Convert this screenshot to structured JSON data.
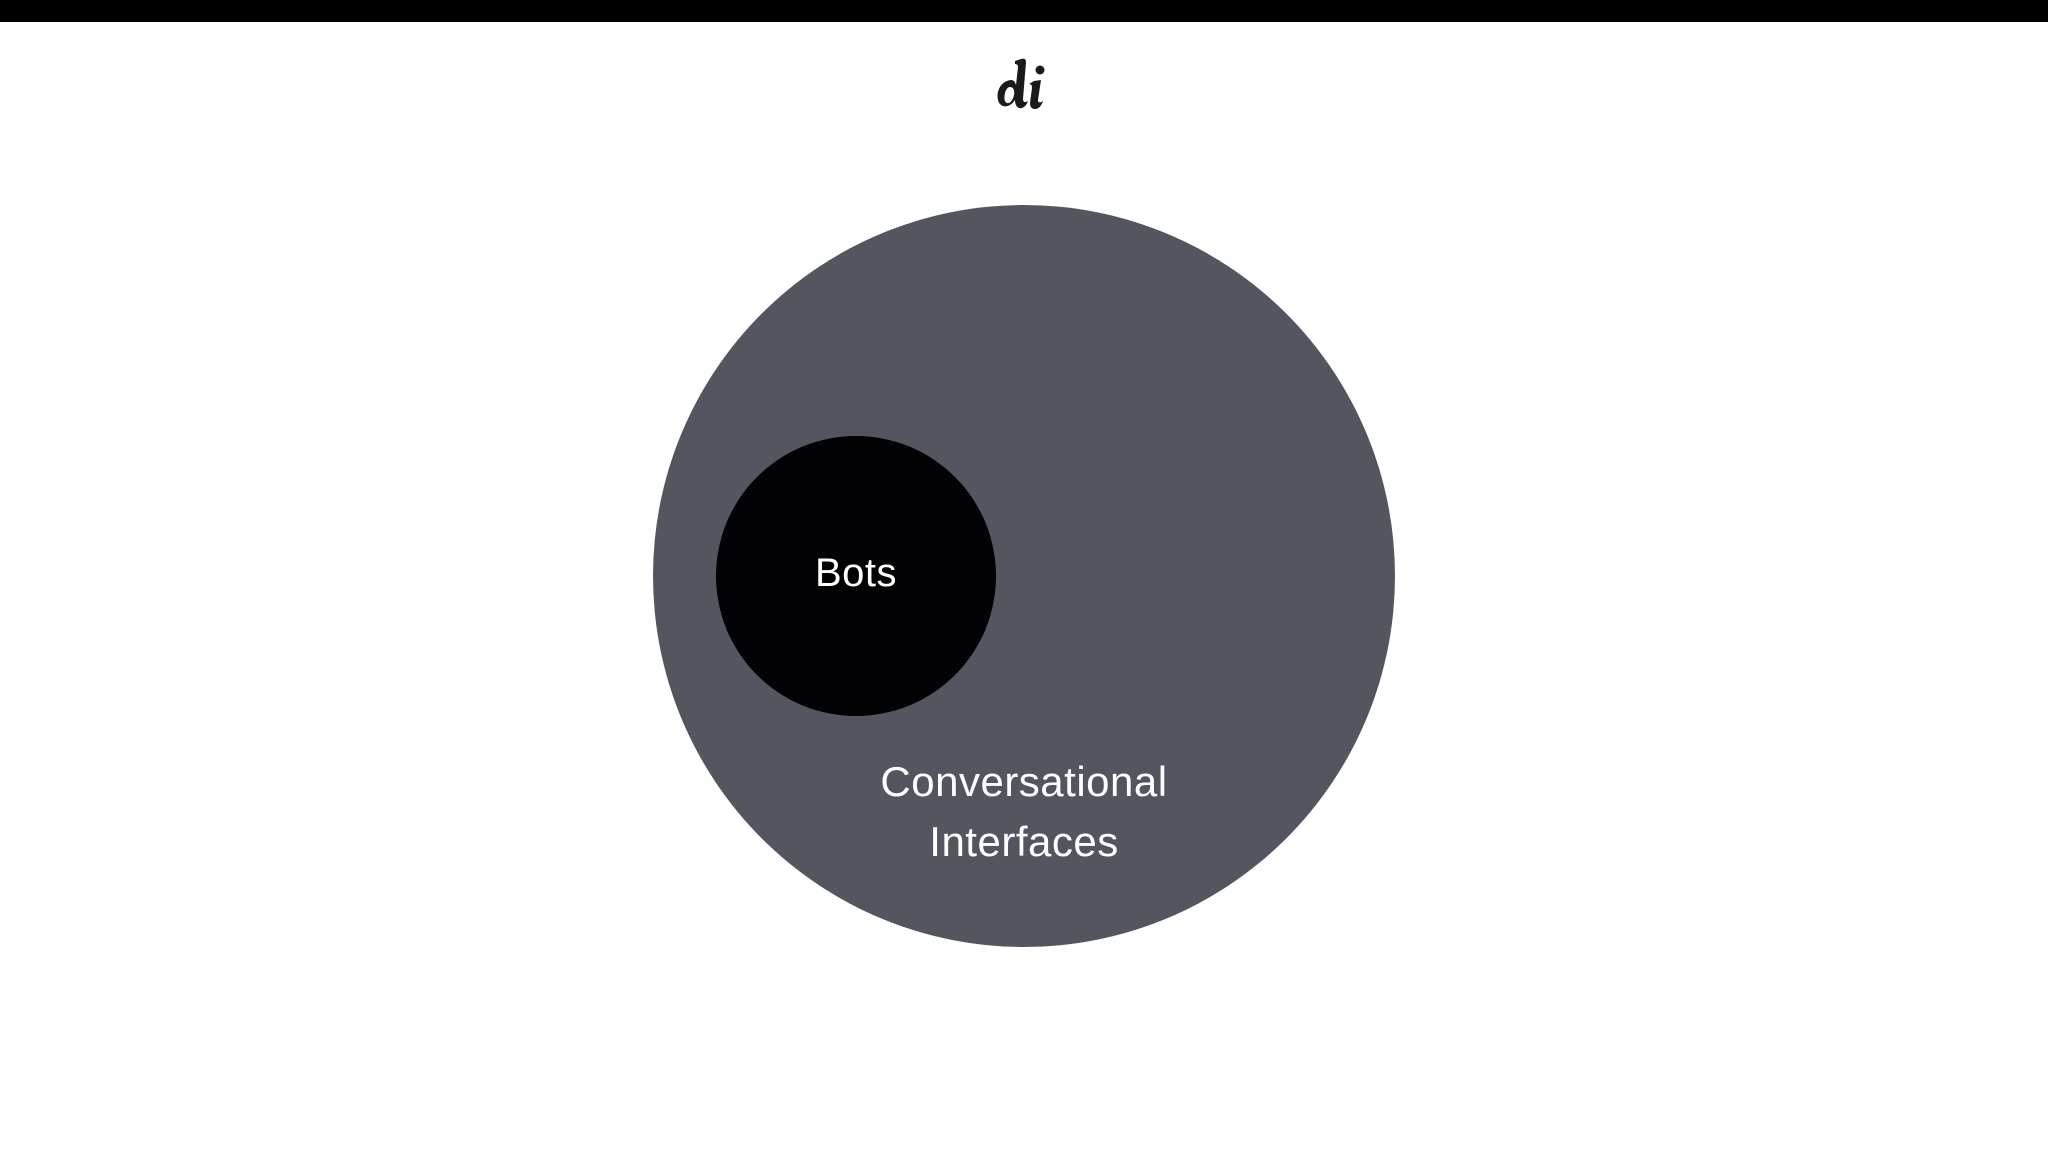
{
  "logo": {
    "text": "di",
    "icon": "di-logo-icon"
  },
  "diagram": {
    "outer": {
      "label_lines": [
        "Conversational",
        "Interfaces"
      ]
    },
    "inner": {
      "label": "Bots"
    },
    "colors": {
      "top_bar": "#000000",
      "background": "#ffffff",
      "outer_circle": "#53565e",
      "inner_circle": "#020204",
      "label_text": "#ffffff"
    }
  }
}
